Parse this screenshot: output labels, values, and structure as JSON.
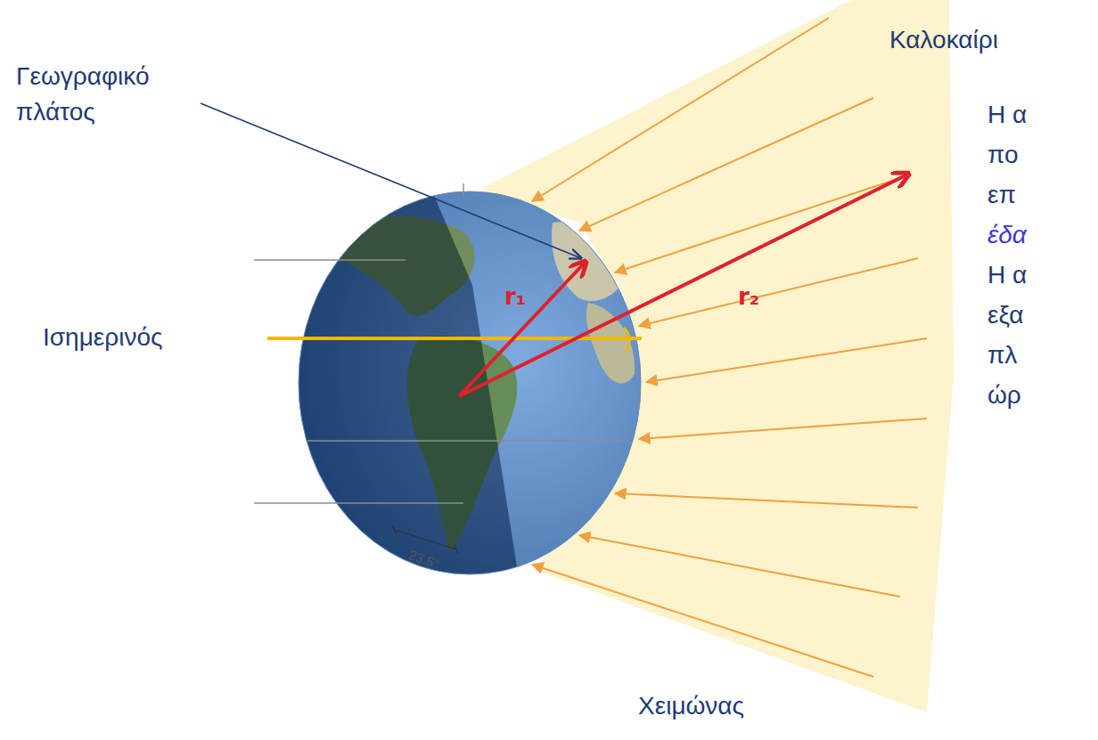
{
  "diagram": {
    "labels": [
      "Καλοκαίρι",
      "Γεωγραφικό πλάτος",
      "r₁",
      "r₂",
      "Ισημερινός",
      "Η α",
      "πο",
      "επ",
      "έδα",
      "Η α",
      "εξα",
      "πλ",
      "ώρ",
      "23.5°",
      "Χειμώνας"
    ]
  }
}
